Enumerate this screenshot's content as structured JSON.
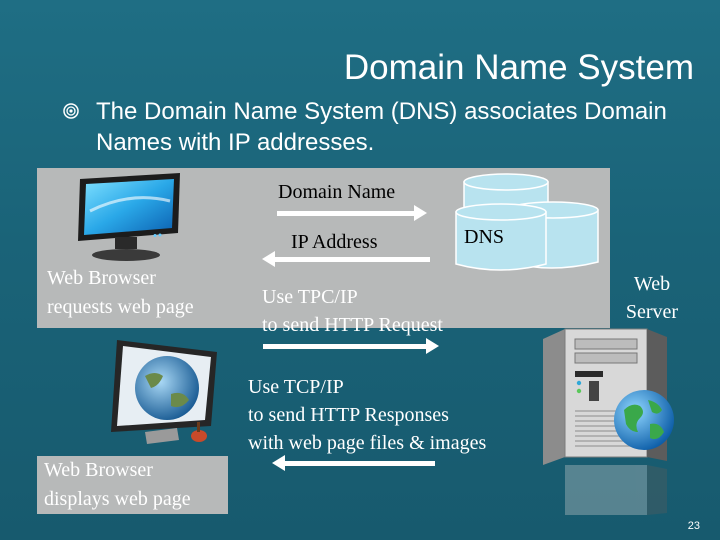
{
  "slide": {
    "title": "Domain Name System",
    "bullet": "The Domain Name System (DNS) associates Domain Names with IP addresses.",
    "page_number": "23"
  },
  "diagram": {
    "domain_name": "Domain Name",
    "ip_address": "IP Address",
    "dns": "DNS",
    "browser_request_line1": "Web Browser",
    "browser_request_line2": "requests web page",
    "request_line1": "Use TPC/IP",
    "request_line2": "to send HTTP Request",
    "server_line1": "Web",
    "server_line2": "Server",
    "response_line1": "Use TCP/IP",
    "response_line2": "to send HTTP Responses",
    "response_line3": "with web page files & images",
    "browser_display_line1": "Web Browser",
    "browser_display_line2": "displays web page"
  },
  "colors": {
    "background": "#1a6378",
    "panel": "#b7b9b9",
    "database": "#b8e3ef"
  },
  "icons": [
    "target-bullet-icon",
    "monitor-icon",
    "laptop-globe-icon",
    "database-icon",
    "server-tower-icon",
    "globe-icon"
  ]
}
